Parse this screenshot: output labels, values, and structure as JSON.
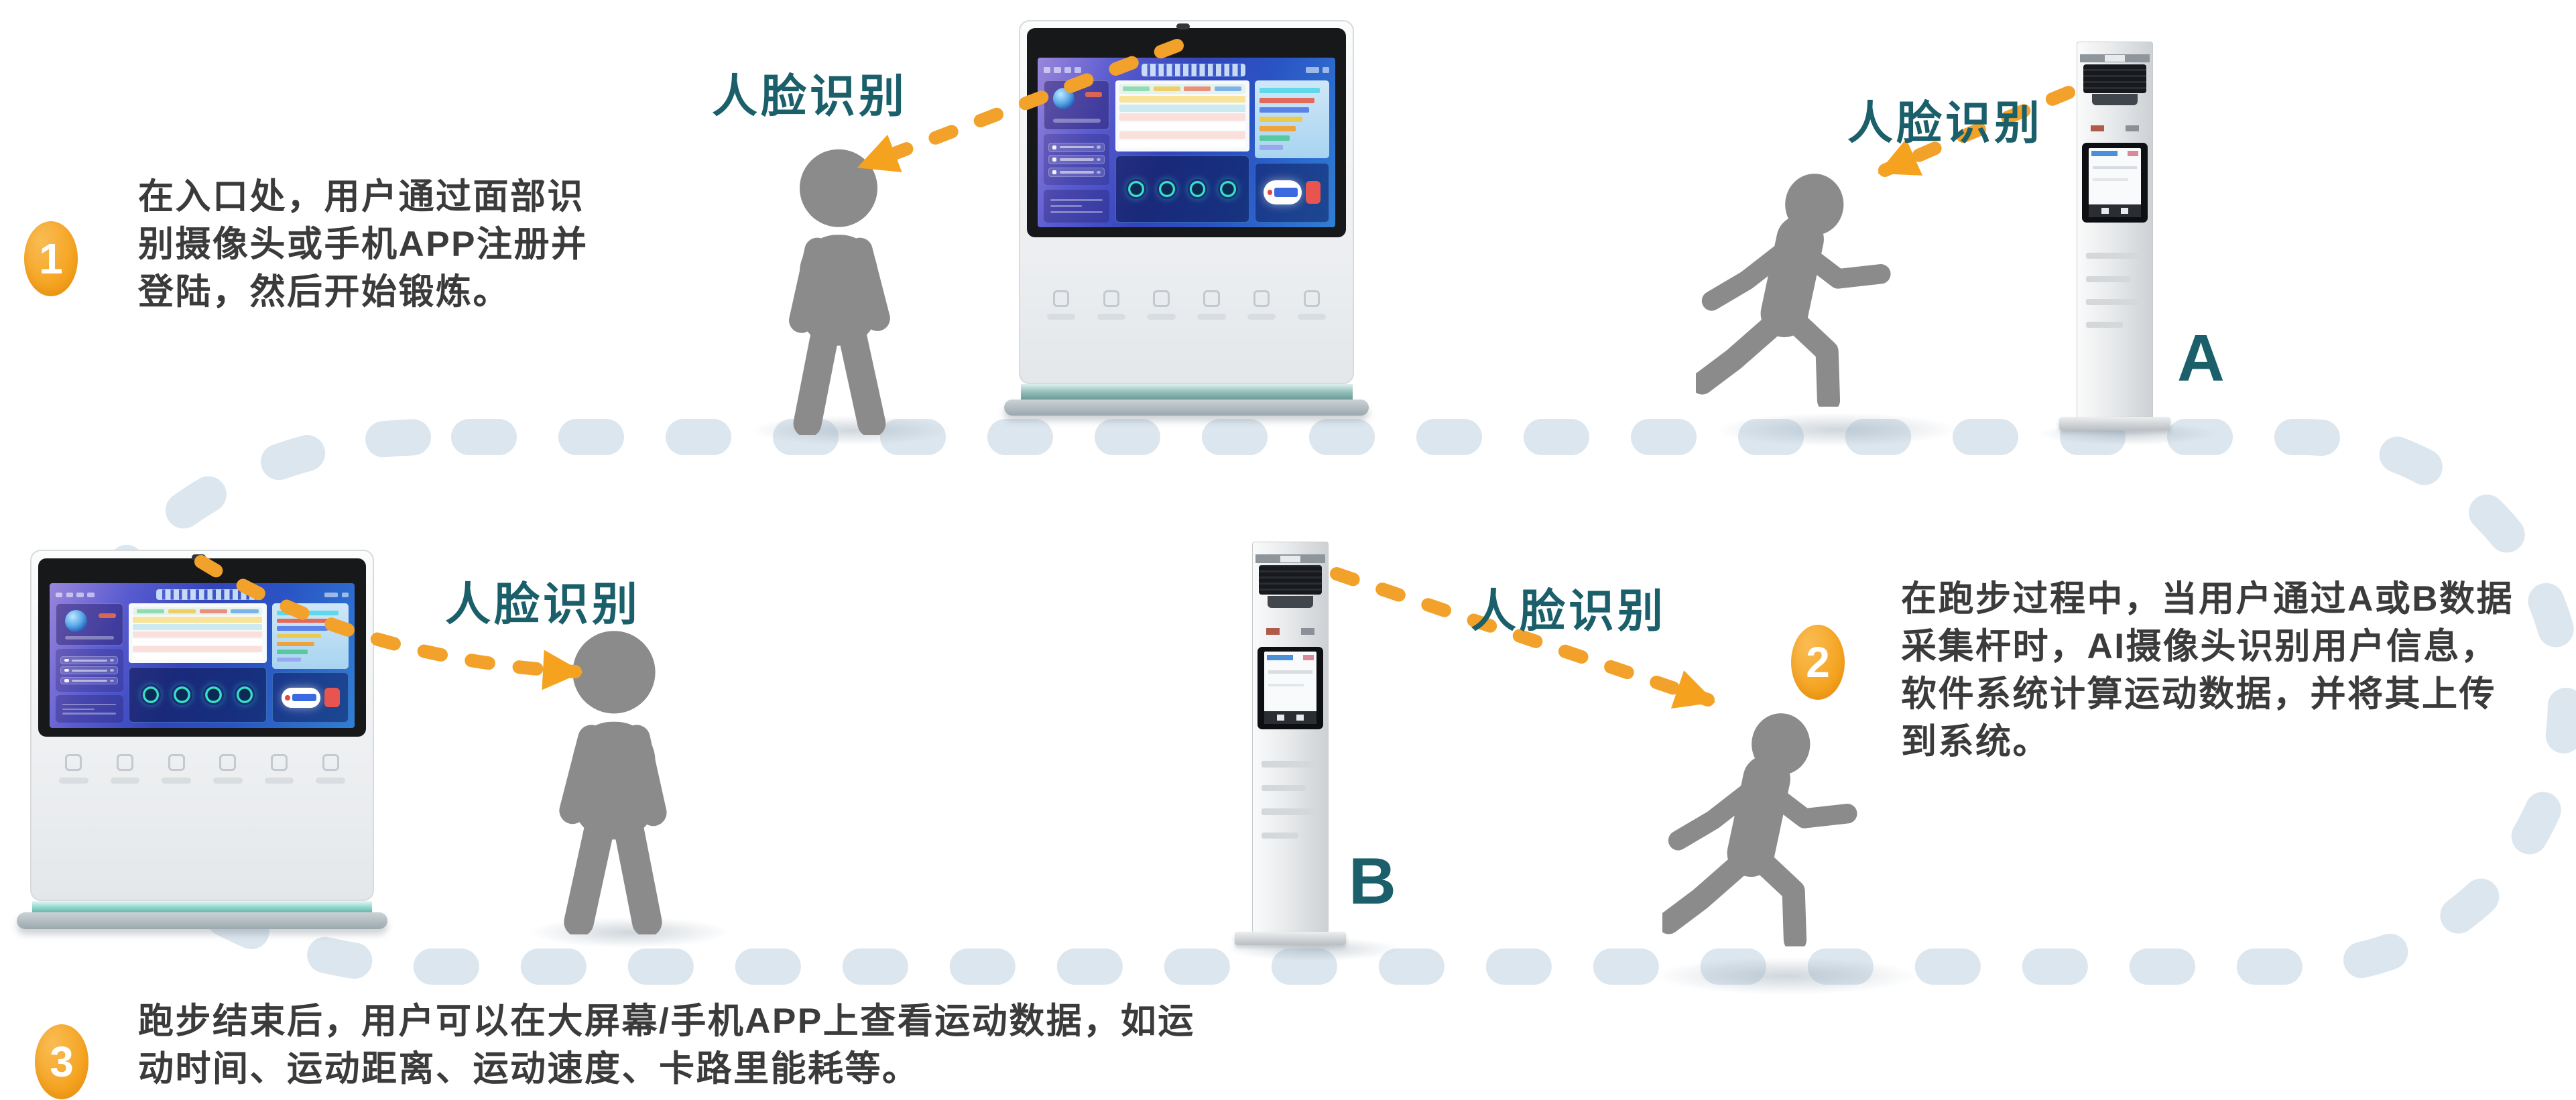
{
  "palette": {
    "accent_orange": "#f5a31f",
    "label_teal": "#1a5f6a",
    "body_text": "#3b3b3b",
    "track_dash": "#dce6ee",
    "figure_gray": "#8b8b8b",
    "kiosk_strip_teal": "#8fd8cf"
  },
  "labels": {
    "face_recognition": "人脸识别",
    "pole_a": "A",
    "pole_b": "B"
  },
  "steps": [
    {
      "number": "1",
      "text": "在入口处，用户通过面部识\n别摄像头或手机APP注册并\n登陆，然后开始锻炼。"
    },
    {
      "number": "2",
      "text": "在跑步过程中，当用户通过A或B数据\n采集杆时，AI摄像头识别用户信息，\n软件系统计算运动数据，并将其上传\n到系统。"
    },
    {
      "number": "3",
      "text": "跑步结束后，用户可以在大屏幕/手机APP上查看运动数据，如运\n动时间、运动距离、运动速度、卡路里能耗等。"
    }
  ],
  "kiosk_dashboard": {
    "funnel_bar_widths_pct": [
      92,
      84,
      76,
      66,
      56,
      46,
      36
    ],
    "funnel_bar_colors": [
      "#5fd8ea",
      "#e26a5a",
      "#5b82e8",
      "#ecc94f",
      "#eda33e",
      "#56c9a0",
      "#9aa8ee"
    ],
    "gauge_count": 4,
    "body_icon_count": 6
  }
}
